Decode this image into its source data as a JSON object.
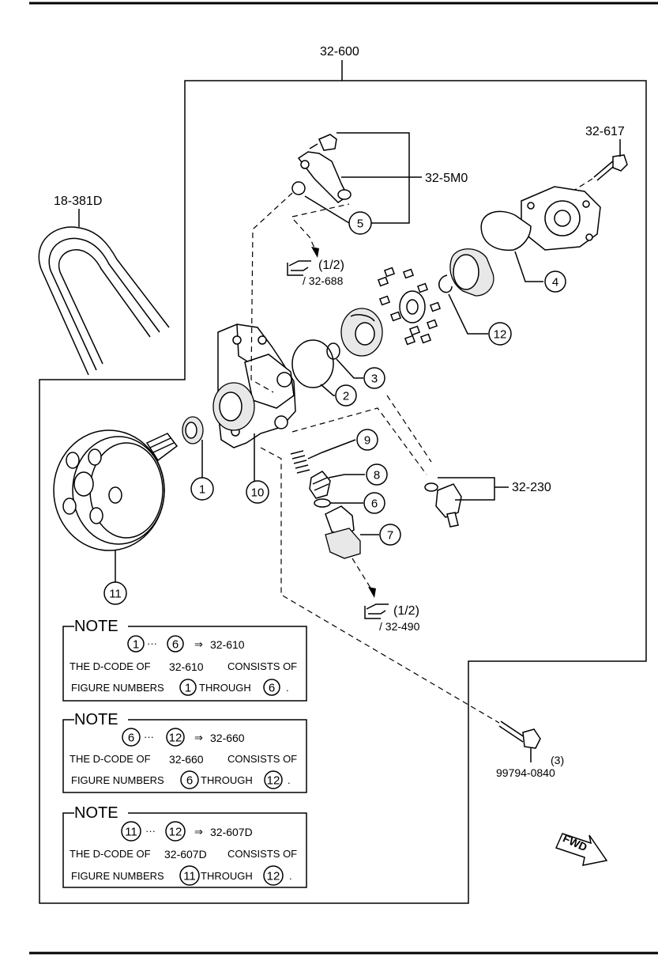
{
  "group_labels": {
    "assembly": "32-600",
    "belt": "18-381D",
    "bracket_bolt": "32-617",
    "union_fitting": "32-5M0",
    "control_valve": "32-230",
    "bolt_part": "99794-0840",
    "bolt_qty": "(3)"
  },
  "refs": {
    "ref_1": {
      "fraction": "(1/2)",
      "code": "/ 32-688"
    },
    "ref_2": {
      "fraction": "(1/2)",
      "code": "/ 32-490"
    }
  },
  "callouts": [
    "1",
    "2",
    "3",
    "4",
    "5",
    "6",
    "7",
    "8",
    "9",
    "10",
    "11",
    "12"
  ],
  "notes": [
    {
      "heading": "NOTE",
      "range_from": "1",
      "range_to": "6",
      "ellipsis": "···",
      "arrow": "⇒",
      "code": "32-610",
      "line2_prefix": "THE D-CODE OF",
      "line2_code": "32-610",
      "line2_suffix": "CONSISTS OF",
      "line3_prefix": "FIGURE NUMBERS",
      "line3_from": "1",
      "line3_mid": "THROUGH",
      "line3_to": "6",
      "line3_end": "."
    },
    {
      "heading": "NOTE",
      "range_from": "6",
      "range_to": "12",
      "ellipsis": "···",
      "arrow": "⇒",
      "code": "32-660",
      "line2_prefix": "THE D-CODE OF",
      "line2_code": "32-660",
      "line2_suffix": "CONSISTS OF",
      "line3_prefix": "FIGURE NUMBERS",
      "line3_from": "6",
      "line3_mid": "THROUGH",
      "line3_to": "12",
      "line3_end": "."
    },
    {
      "heading": "NOTE",
      "range_from": "11",
      "range_to": "12",
      "ellipsis": "···",
      "arrow": "⇒",
      "code": "32-607D",
      "line2_prefix": "THE D-CODE OF",
      "line2_code": "32-607D",
      "line2_suffix": "CONSISTS OF",
      "line3_prefix": "FIGURE NUMBERS",
      "line3_from": "11",
      "line3_mid": "THROUGH",
      "line3_to": "12",
      "line3_end": "."
    }
  ],
  "fwd_label": "FWD",
  "icons": {
    "reference": "pointing-hand-icon",
    "direction": "fwd-arrow-icon"
  }
}
